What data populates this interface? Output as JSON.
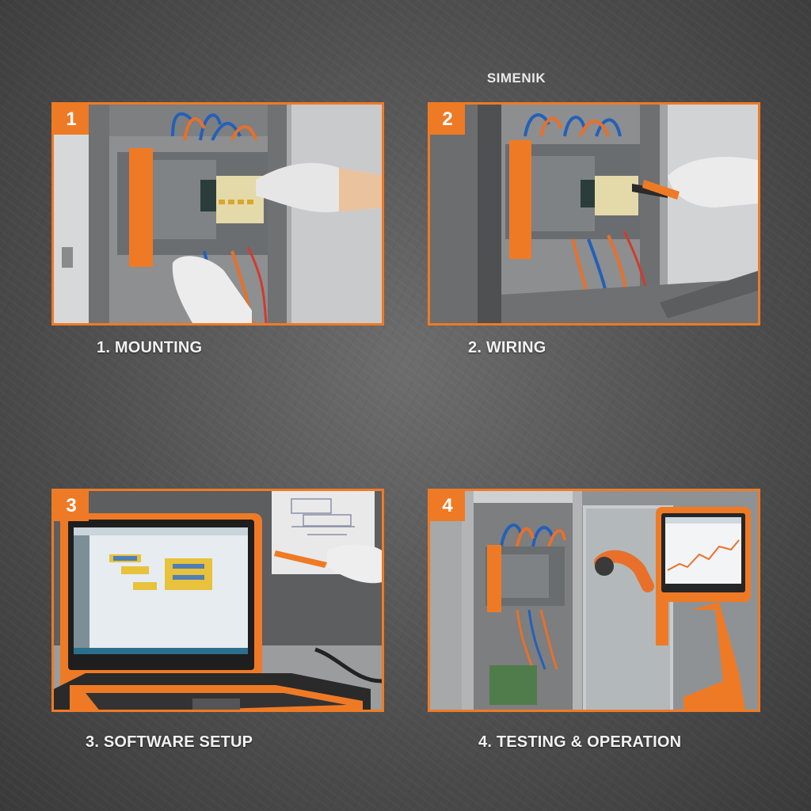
{
  "brand": "SIMENIK",
  "steps": [
    {
      "number": "1",
      "caption": "1. MOUNTING"
    },
    {
      "number": "2",
      "caption": "2. WIRING"
    },
    {
      "number": "3",
      "caption": "3. SOFTWARE SETUP"
    },
    {
      "number": "4",
      "caption": "4. TESTING & OPERATION"
    }
  ],
  "colors": {
    "accent": "#ef7a25",
    "background": "#5a5a5a"
  }
}
